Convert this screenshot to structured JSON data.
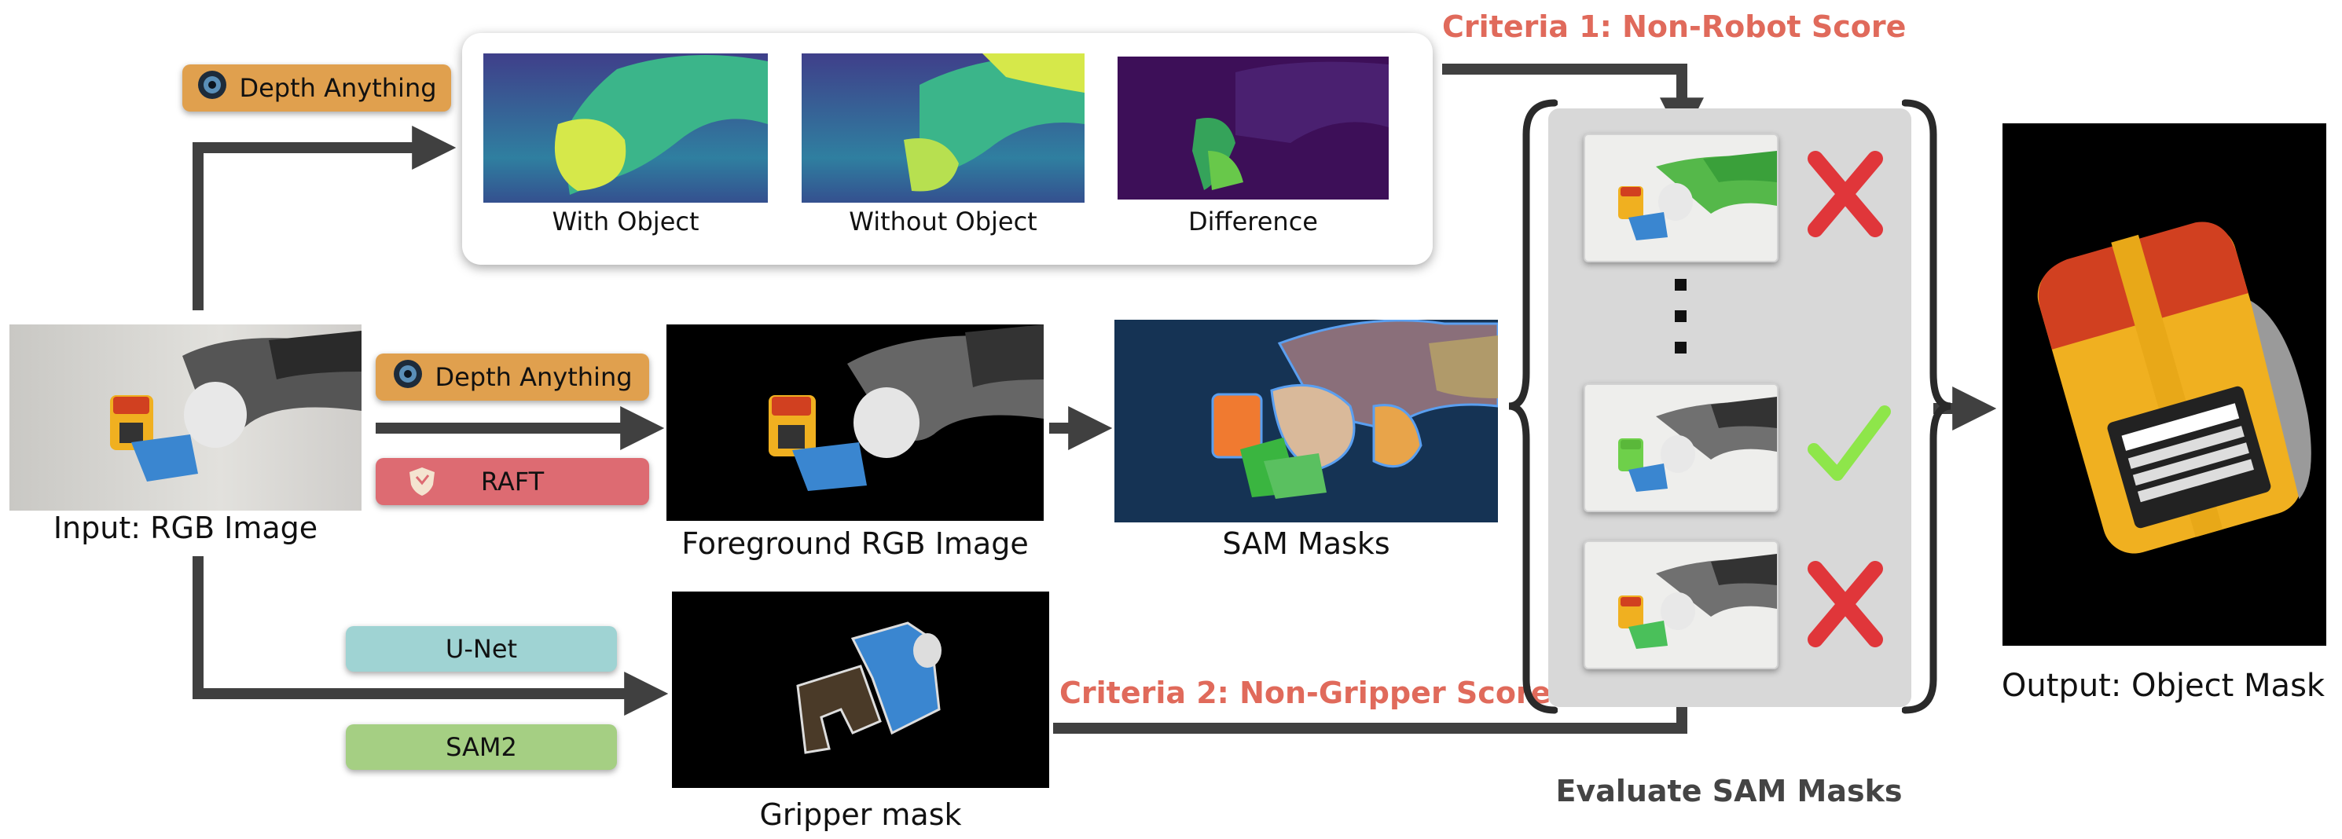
{
  "colors": {
    "arrow": "#404040",
    "criteria": "#e06a5b",
    "depth_pill": "#e0a04e",
    "raft_pill": "#dd6b72",
    "unet_pill": "#9fd3d3",
    "sam2_pill": "#a5cf83",
    "panel_bg": "#d8d8d8",
    "cross": "#e0363a",
    "check": "#8ee64a",
    "depth_low": "#35307e",
    "depth_high": "#d8e83a",
    "sam_bg": "#153354"
  },
  "tools": {
    "depth_top": {
      "label": "Depth Anything",
      "icon": "eye-logo-icon"
    },
    "depth_mid": {
      "label": "Depth Anything",
      "icon": "eye-logo-icon"
    },
    "raft": {
      "label": "RAFT",
      "icon": "shield-logo-icon"
    },
    "unet": {
      "label": "U-Net"
    },
    "sam2": {
      "label": "SAM2"
    }
  },
  "depth_panel": {
    "images": [
      {
        "caption": "With Object"
      },
      {
        "caption": "Without Object"
      },
      {
        "caption": "Difference"
      }
    ]
  },
  "captions": {
    "input": "Input: RGB Image",
    "foreground": "Foreground RGB Image",
    "sam_masks": "SAM Masks",
    "gripper": "Gripper mask",
    "output": "Output: Object Mask",
    "evaluate": "Evaluate SAM Masks"
  },
  "criteria": {
    "c1": "Criteria 1: Non-Robot Score",
    "c2": "Criteria 2: Non-Gripper Score"
  },
  "candidates": [
    {
      "result": "rejected",
      "icon": "cross-icon"
    },
    {
      "result": "ellipsis",
      "icon": "vertical-ellipsis-icon"
    },
    {
      "result": "accepted",
      "icon": "check-icon"
    },
    {
      "result": "rejected",
      "icon": "cross-icon"
    }
  ]
}
